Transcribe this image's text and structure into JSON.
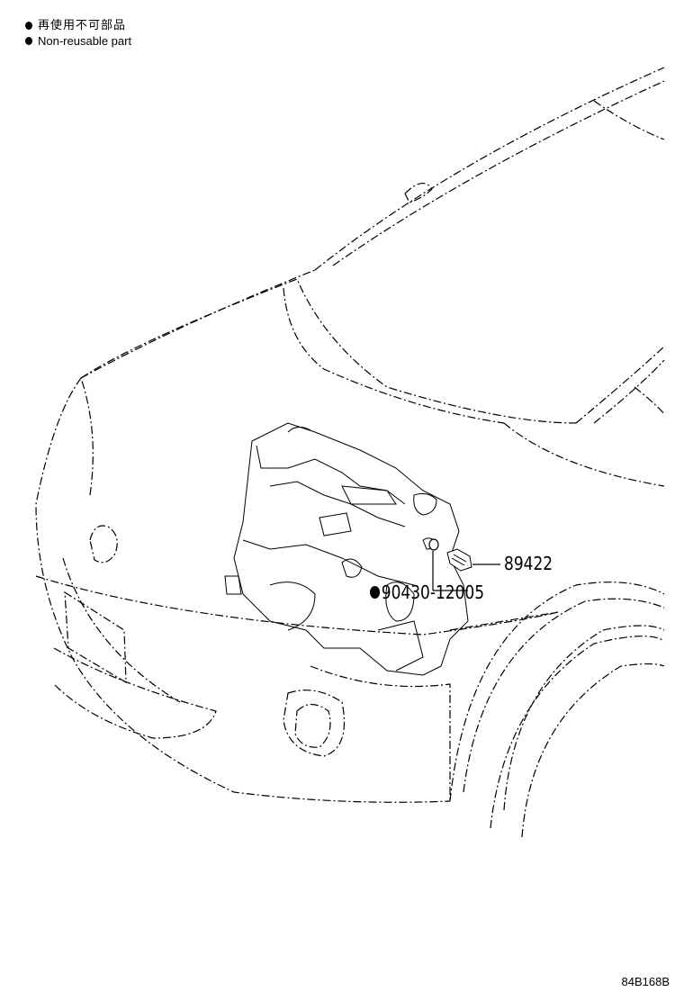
{
  "legend": {
    "jp_label": "再使用不可部品",
    "en_label": "Non-reusable part",
    "marker_icon": "filled-circle-icon"
  },
  "callouts": {
    "part_a": "89422",
    "part_b": "90430-12005",
    "part_b_marker_icon": "filled-circle-icon"
  },
  "illustration_code": "84B168B"
}
